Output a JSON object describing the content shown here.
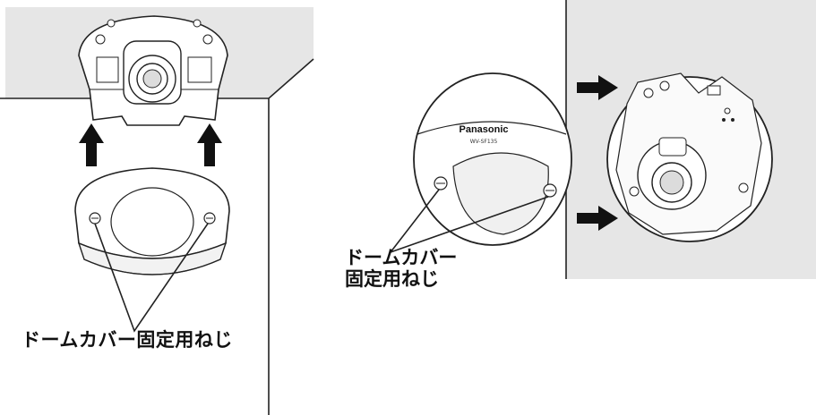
{
  "labels": {
    "left_callout": "ドームカバー固定用ねじ",
    "right_callout_line1": "ドームカバー",
    "right_callout_line2": "固定用ねじ"
  },
  "camera": {
    "brand": "Panasonic",
    "model": "WV-SF135"
  }
}
